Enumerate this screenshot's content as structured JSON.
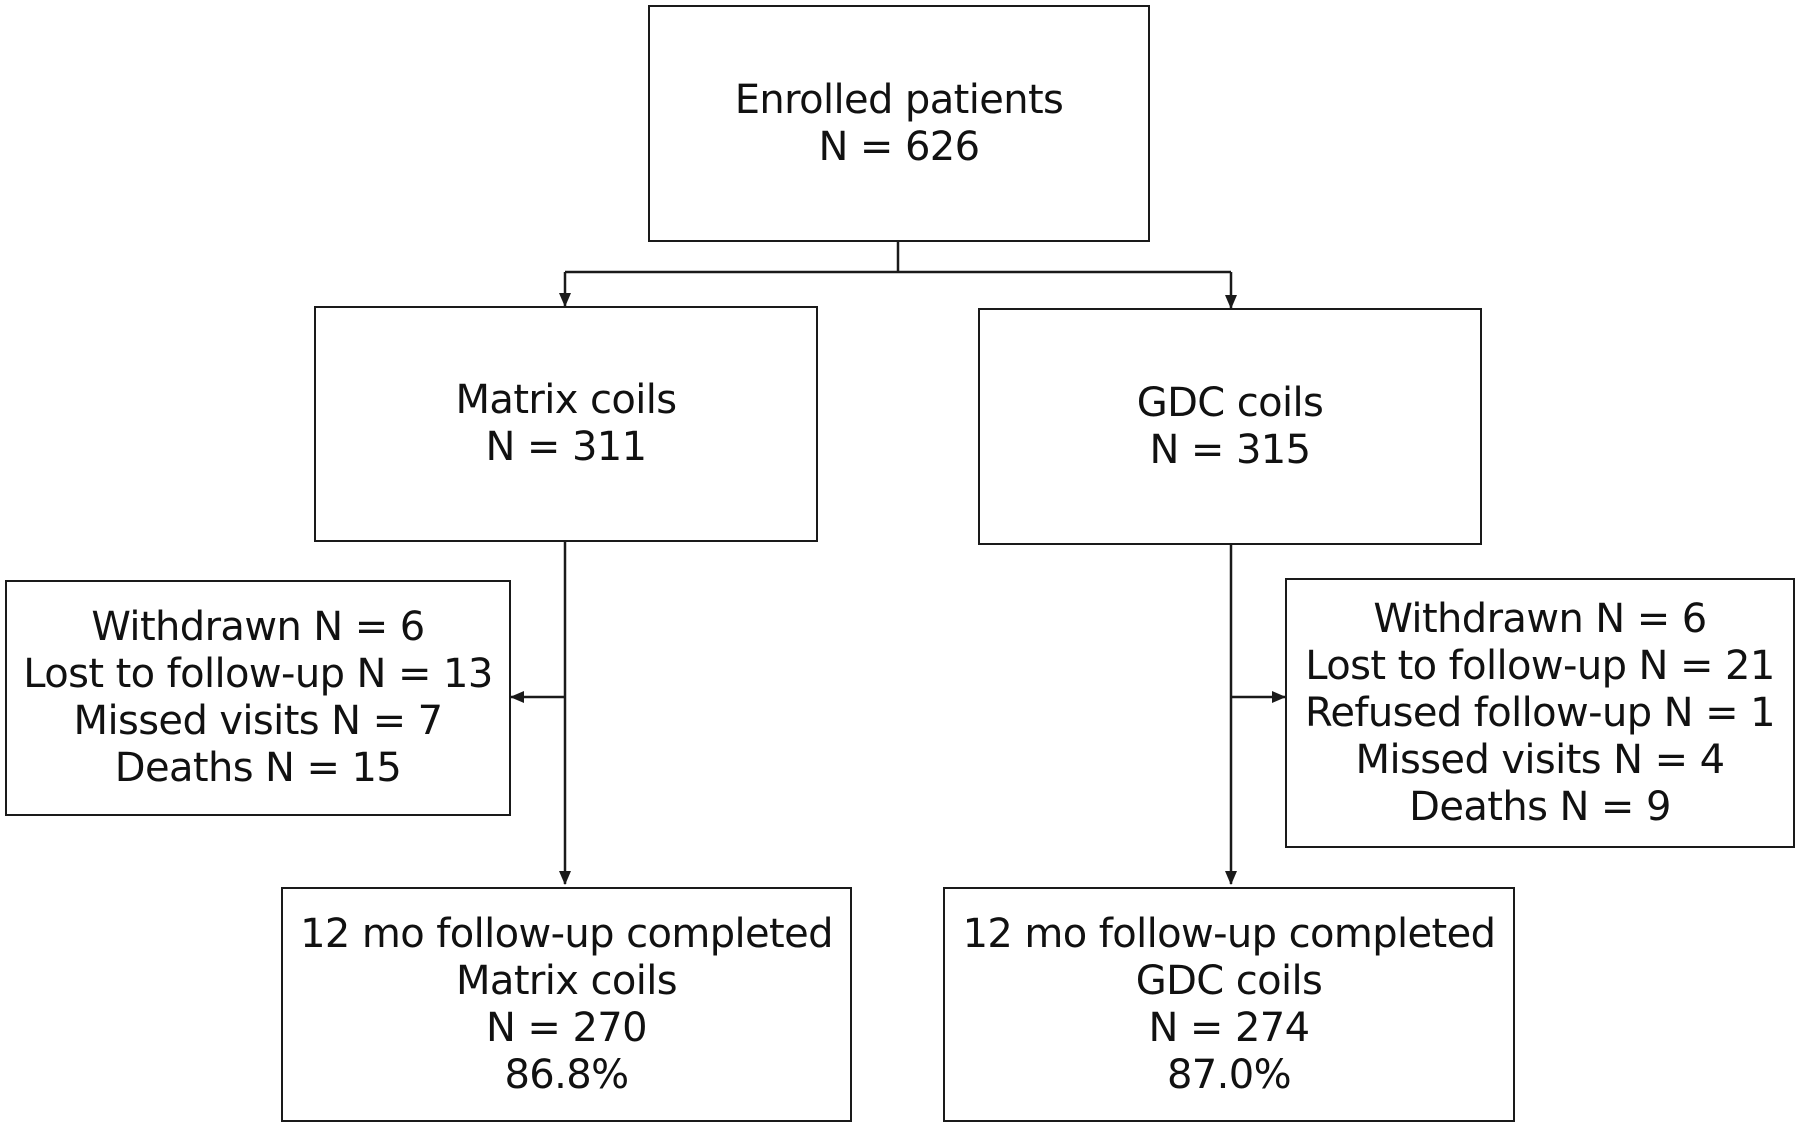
{
  "flowchart": {
    "enrolled": {
      "lines": [
        "Enrolled patients",
        "N = 626"
      ]
    },
    "matrix_arm": {
      "lines": [
        "Matrix coils",
        "N = 311"
      ]
    },
    "gdc_arm": {
      "lines": [
        "GDC coils",
        "N = 315"
      ]
    },
    "matrix_excluded": {
      "lines": [
        "Withdrawn N = 6",
        "Lost to follow-up N = 13",
        "Missed visits N = 7",
        "Deaths N = 15"
      ]
    },
    "gdc_excluded": {
      "lines": [
        "Withdrawn N = 6",
        "Lost to follow-up N = 21",
        "Refused follow-up N = 1",
        "Missed visits N = 4",
        "Deaths N = 9"
      ]
    },
    "matrix_completed": {
      "lines": [
        "12 mo follow-up completed",
        "Matrix coils",
        "N = 270",
        "86.8%"
      ]
    },
    "gdc_completed": {
      "lines": [
        "12 mo follow-up completed",
        "GDC coils",
        "N = 274",
        "87.0%"
      ]
    }
  },
  "colors": {
    "stroke": "#1a1a1a",
    "background": "#ffffff"
  }
}
